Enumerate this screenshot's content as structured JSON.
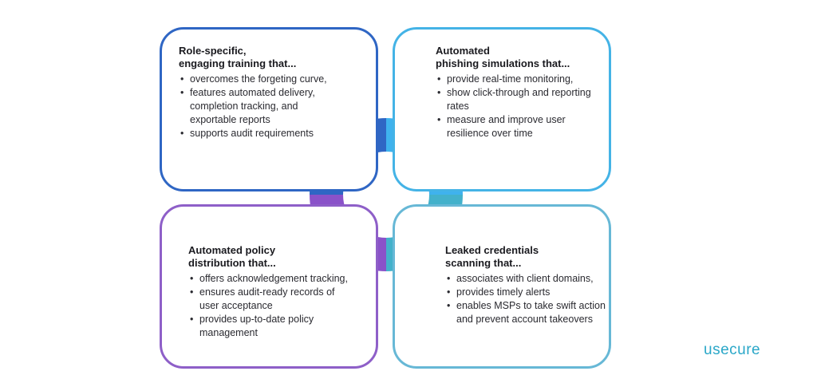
{
  "quadrants": {
    "top_left": {
      "heading_lines": [
        "Role-specific,",
        "engaging training that..."
      ],
      "bullets": [
        "overcomes the forgeting curve,",
        "features automated delivery, completion tracking, and exportable reports",
        "supports audit requirements"
      ],
      "color": "#2f66c4"
    },
    "top_right": {
      "heading_lines": [
        "Automated",
        "phishing simulations that..."
      ],
      "bullets": [
        "provide real-time monitoring,",
        "show click-through and reporting rates",
        "measure and improve user resilience over time"
      ],
      "color": "#44b3e6"
    },
    "bottom_left": {
      "heading_lines": [
        "Automated policy",
        "distribution that..."
      ],
      "bullets": [
        "offers acknowledgement tracking,",
        "ensures audit-ready records of user acceptance",
        "provides up-to-date policy management"
      ],
      "color": "#8e5fc8"
    },
    "bottom_right": {
      "heading_lines": [
        "Leaked credentials",
        "scanning that..."
      ],
      "bullets": [
        "associates with client domains,",
        "provides timely alerts",
        "enables MSPs to take swift action and prevent account takeovers"
      ],
      "color": "#67b8d6"
    }
  },
  "ring_colors": {
    "top_left": "#2f66c4",
    "top_right": "#3fb2ee",
    "bottom_left": "#8a52c9",
    "bottom_right": "#43b1cb"
  },
  "brand": {
    "logo_text": "usecure",
    "logo_color": "#2aa7c8"
  }
}
